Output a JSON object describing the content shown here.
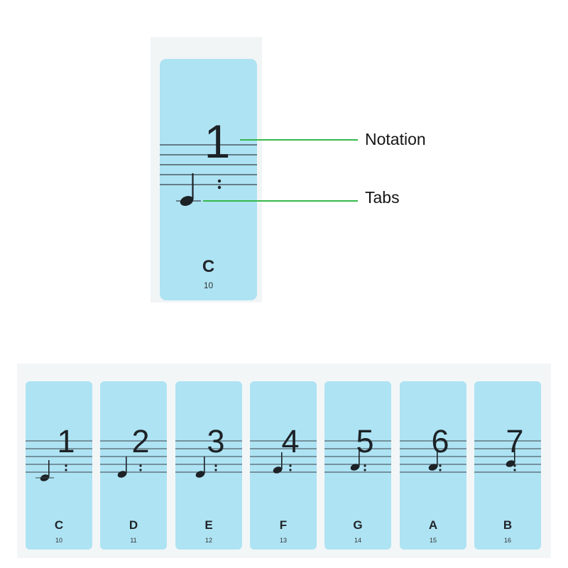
{
  "colors": {
    "card": "#aee3f3",
    "ink": "#1d2226",
    "callout": "#35b84a",
    "backing": "#f1f5f6"
  },
  "big_card": {
    "number": "1",
    "letter": "C",
    "sub": "10"
  },
  "callouts": {
    "notation": "Notation",
    "tabs": "Tabs"
  },
  "cards": [
    {
      "number": "1",
      "letter": "C",
      "sub": "10"
    },
    {
      "number": "2",
      "letter": "D",
      "sub": "11"
    },
    {
      "number": "3",
      "letter": "E",
      "sub": "12"
    },
    {
      "number": "4",
      "letter": "F",
      "sub": "13"
    },
    {
      "number": "5",
      "letter": "G",
      "sub": "14"
    },
    {
      "number": "6",
      "letter": "A",
      "sub": "15"
    },
    {
      "number": "7",
      "letter": "B",
      "sub": "16"
    }
  ]
}
